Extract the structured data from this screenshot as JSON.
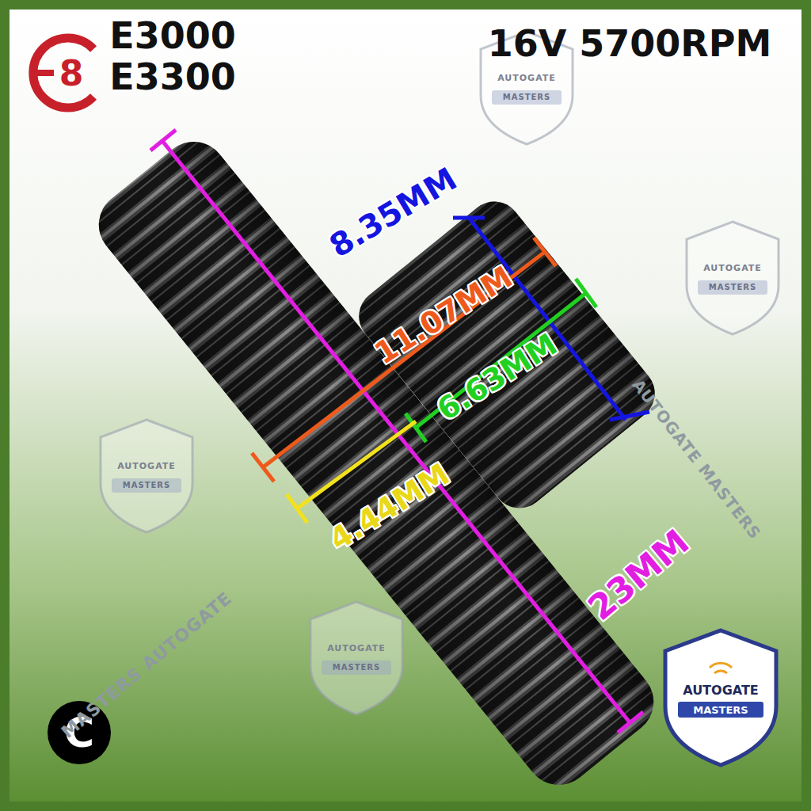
{
  "diagram": {
    "labels": [
      "8",
      "E3000",
      "E3300",
      "16V 5700RPM",
      "8.35MM",
      "11.07MM",
      "6.63MM",
      "4.44MM",
      "23MM",
      "C",
      "AUTOGATE",
      "MASTERS",
      "AUTOGATE",
      "MASTERS",
      "AUTOGATE",
      "MASTERS",
      "AUTOGATE",
      "MASTERS",
      "AUTOGATE",
      "MASTERS",
      "MASTERS AUTOGATE",
      "AUTOGATE MASTERS"
    ]
  }
}
